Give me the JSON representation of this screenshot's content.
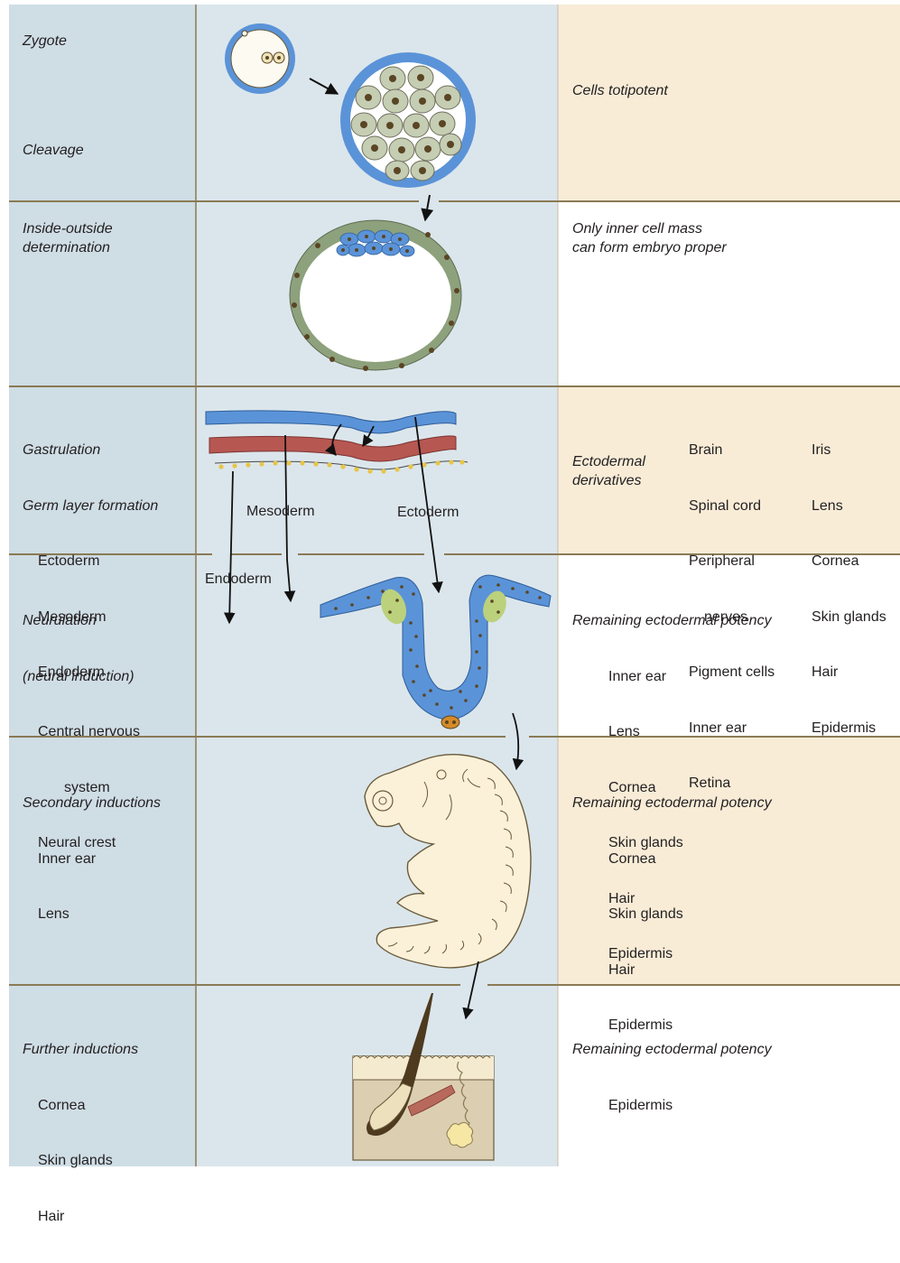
{
  "colors": {
    "stage_column": "#cfdde5",
    "image_column": "#dbe6ec",
    "tan": "#f8ecd7",
    "divider": "#8a7a55",
    "blue": "#5b93d8",
    "green_membrane": "#8da17c",
    "mesoderm_red": "#b65752",
    "endoderm_yellow": "#e8c547",
    "embryo_cream": "#fbf1d8",
    "skin_tan": "#dccfb1",
    "nucleus": "#5a4524",
    "cell_grey": "#c5cdb3"
  },
  "stages": {
    "zygote": "Zygote",
    "cleavage": "Cleavage",
    "inside_outside": [
      "Inside-outside",
      "determination"
    ],
    "gastrulation": [
      "Gastrulation",
      "Germ layer formation"
    ],
    "germ_layers": [
      "Ectoderm",
      "Mesoderm",
      "Endoderm"
    ],
    "neurulation": [
      "Neurulation",
      "(neural induction)"
    ],
    "neurulation_items": [
      "Central nervous",
      "system",
      "Neural crest"
    ],
    "secondary": "Secondary inductions",
    "secondary_items": [
      "Inner ear",
      "Lens"
    ],
    "further": "Further inductions",
    "further_items": [
      "Cornea",
      "Skin glands",
      "Hair"
    ]
  },
  "diagram_labels": {
    "mesoderm": "Mesoderm",
    "ectoderm": "Ectoderm",
    "endoderm": "Endoderm"
  },
  "potency": {
    "row1": "Cells totipotent",
    "row2": [
      "Only inner cell mass",
      "can form embryo proper"
    ],
    "ecto_heading": [
      "Ectodermal",
      "derivatives"
    ],
    "ecto_col1": [
      "Brain",
      "Spinal cord",
      "Peripheral"
    ],
    "ecto_col1_nerves": "nerves",
    "ecto_col1_rest": [
      "Pigment cells",
      "Inner ear",
      "Retina"
    ],
    "ecto_col2": [
      "Iris",
      "Lens",
      "Cornea",
      "Skin glands",
      "Hair",
      "Epidermis"
    ],
    "remaining_heading": "Remaining ectodermal potency",
    "row4_items": [
      "Inner ear",
      "Lens",
      "Cornea",
      "Skin glands",
      "Hair",
      "Epidermis"
    ],
    "row5_items": [
      "Cornea",
      "Skin glands",
      "Hair",
      "Epidermis"
    ],
    "row6_items": [
      "Epidermis"
    ]
  }
}
